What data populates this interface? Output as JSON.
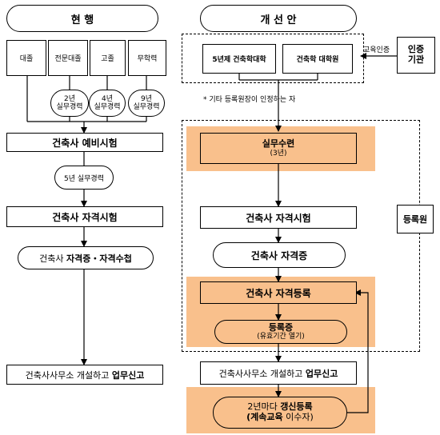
{
  "left": {
    "header": "현  행",
    "boxes": [
      "대졸",
      "전문대졸",
      "고졸",
      "무학력"
    ],
    "experience": [
      {
        "line1": "2년",
        "line2": "실무경력"
      },
      {
        "line1": "4년",
        "line2": "실무경력"
      },
      {
        "line1": "9년",
        "line2": "실무경력"
      }
    ],
    "prelim_exam": "건축사 예비시험",
    "exp5": "5년 실무경력",
    "qual_exam": "건축사 자격시험",
    "cert": {
      "prefix": "건축사 ",
      "bold": "자격증・자격수첩"
    },
    "office": {
      "prefix": "건축사사무소 개설하고 ",
      "bold": "업무신고"
    }
  },
  "right": {
    "header": "개 선 안",
    "schools": [
      "5년제 건축학대학",
      "건축학 대학원"
    ],
    "cert_body": {
      "arrow_label": "교육인증",
      "line1": "인증",
      "line2": "기관"
    },
    "note": "* 기타 등록원장이 인정하는 자",
    "training": {
      "line1": "실무수련",
      "line2": "(3년)"
    },
    "qual_exam": "건축사 자격시험",
    "cert": "건축사 자격증",
    "registration": "건축사 자격등록",
    "reg_card": {
      "line1": "등록증",
      "line2": "(유효기간 열기)"
    },
    "registry": "등록원",
    "office": {
      "prefix": "건축사사무소 개설하고 ",
      "bold": "업무신고"
    },
    "renewal": {
      "line1_prefix": "2년마다 ",
      "line1_bold": "갱신등록",
      "line2_bold": "(계속교육",
      "line2_rest": " 이수자)"
    }
  },
  "colors": {
    "highlight": "#f9c08c",
    "line": "#000000"
  }
}
